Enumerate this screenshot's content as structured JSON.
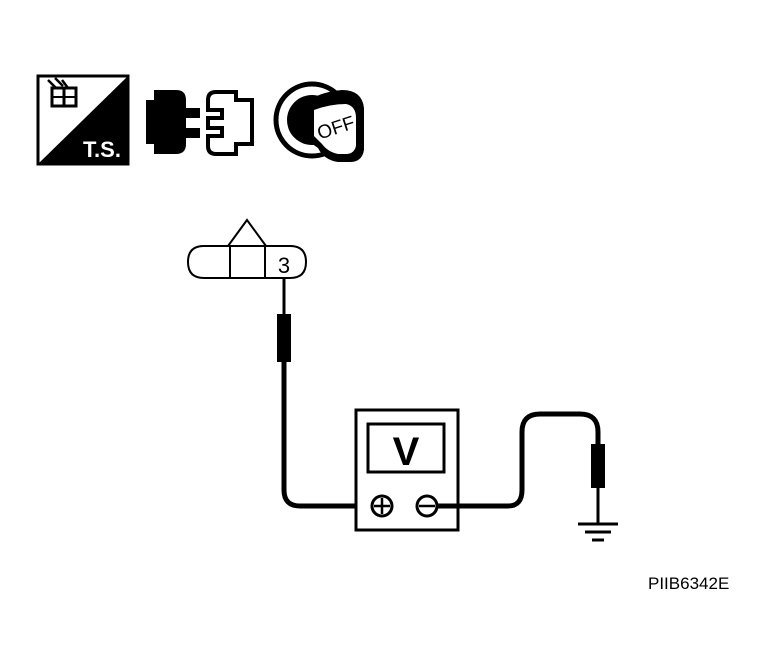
{
  "icons": {
    "test_symbol": {
      "name": "tester-probe-icon",
      "label": "T.S."
    },
    "connector_disconnect": {
      "name": "connector-disconnect-icon"
    },
    "ignition_switch": {
      "name": "ignition-key-icon",
      "label": "OFF"
    }
  },
  "connector": {
    "terminal": "3"
  },
  "meter": {
    "label": "V",
    "positive_symbol": "+",
    "negative_symbol": "−"
  },
  "figure_code": "PIIB6342E",
  "colors": {
    "ink": "#000000",
    "paper": "#ffffff"
  }
}
